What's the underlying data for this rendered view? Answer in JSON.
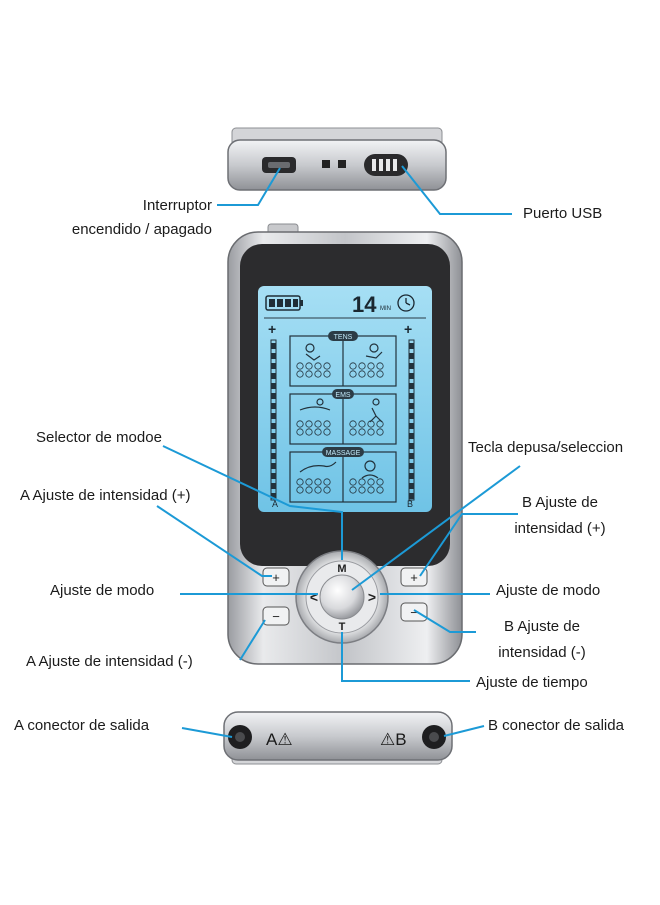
{
  "labels": {
    "power_switch": "Interruptor\nencendido / apagado",
    "usb_port": "Puerto USB",
    "mode_selector": "Selector de modoe",
    "pause_select_key": "Tecla depusa/seleccion",
    "a_intensity_plus": "A Ajuste de intensidad (+)",
    "b_intensity_plus": "B Ajuste de\nintensidad (+)",
    "mode_adjust_left": "Ajuste de modo",
    "mode_adjust_right": "Ajuste de modo",
    "b_intensity_minus": "B Ajuste de\nintensidad (-)",
    "a_intensity_minus": "A Ajuste de intensidad (-)",
    "time_adjust": "Ajuste de tiempo",
    "a_output": "A conector de salida",
    "b_output": "B conector de salida"
  },
  "device": {
    "screen": {
      "timer_value": "14",
      "timer_unit": "MIN",
      "section_tens": "TENS",
      "section_ems": "EMS",
      "section_massage": "MASSAGE",
      "channel_a": "A",
      "channel_b": "B",
      "plus_a": "+",
      "plus_b": "+"
    },
    "buttons": {
      "center_top": "M",
      "center_bottom": "T",
      "left_arrow": "<",
      "right_arrow": ">",
      "plus_left": "+",
      "minus_left": "−",
      "plus_right": "+",
      "minus_right": "−"
    },
    "bottom_jacks": {
      "a_label": "A⚠",
      "b_label": "⚠B"
    }
  },
  "colors": {
    "leader_line": "#1c9ad6",
    "lcd_backlight": "#8fd3ef",
    "silver": "#c9cbcf",
    "bezel": "#2c2c2e"
  }
}
